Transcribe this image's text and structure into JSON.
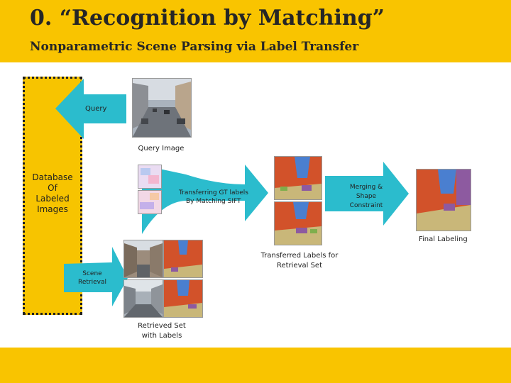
{
  "header": {
    "title": "0. “Recognition by Matching”",
    "subtitle": "Nonparametric Scene Parsing via Label Transfer"
  },
  "diagram": {
    "database_label": "Database\nOf\nLabeled\nImages",
    "query_arrow_label": "Query",
    "query_image_caption": "Query Image",
    "transfer_arrow_label_1": "Transferring GT labels",
    "transfer_arrow_label_2": "By Matching SIFT",
    "merge_arrow_label_1": "Merging &",
    "merge_arrow_label_2": "Shape",
    "merge_arrow_label_3": "Constraint",
    "final_caption": "Final Labeling",
    "transferred_caption_1": "Transferred Labels for",
    "transferred_caption_2": "Retrieval Set",
    "scene_arrow_label_1": "Scene",
    "scene_arrow_label_2": "Retrieval",
    "retrieved_caption_1": "Retrieved Set",
    "retrieved_caption_2": "with Labels"
  },
  "colors": {
    "banner": "#f9c400",
    "arrow": "#2bbccd",
    "label_sky": "#4a7fd0",
    "label_building": "#d2522a",
    "label_road": "#c9b779",
    "label_car": "#8d5aa0",
    "label_tree": "#7fae4c"
  }
}
